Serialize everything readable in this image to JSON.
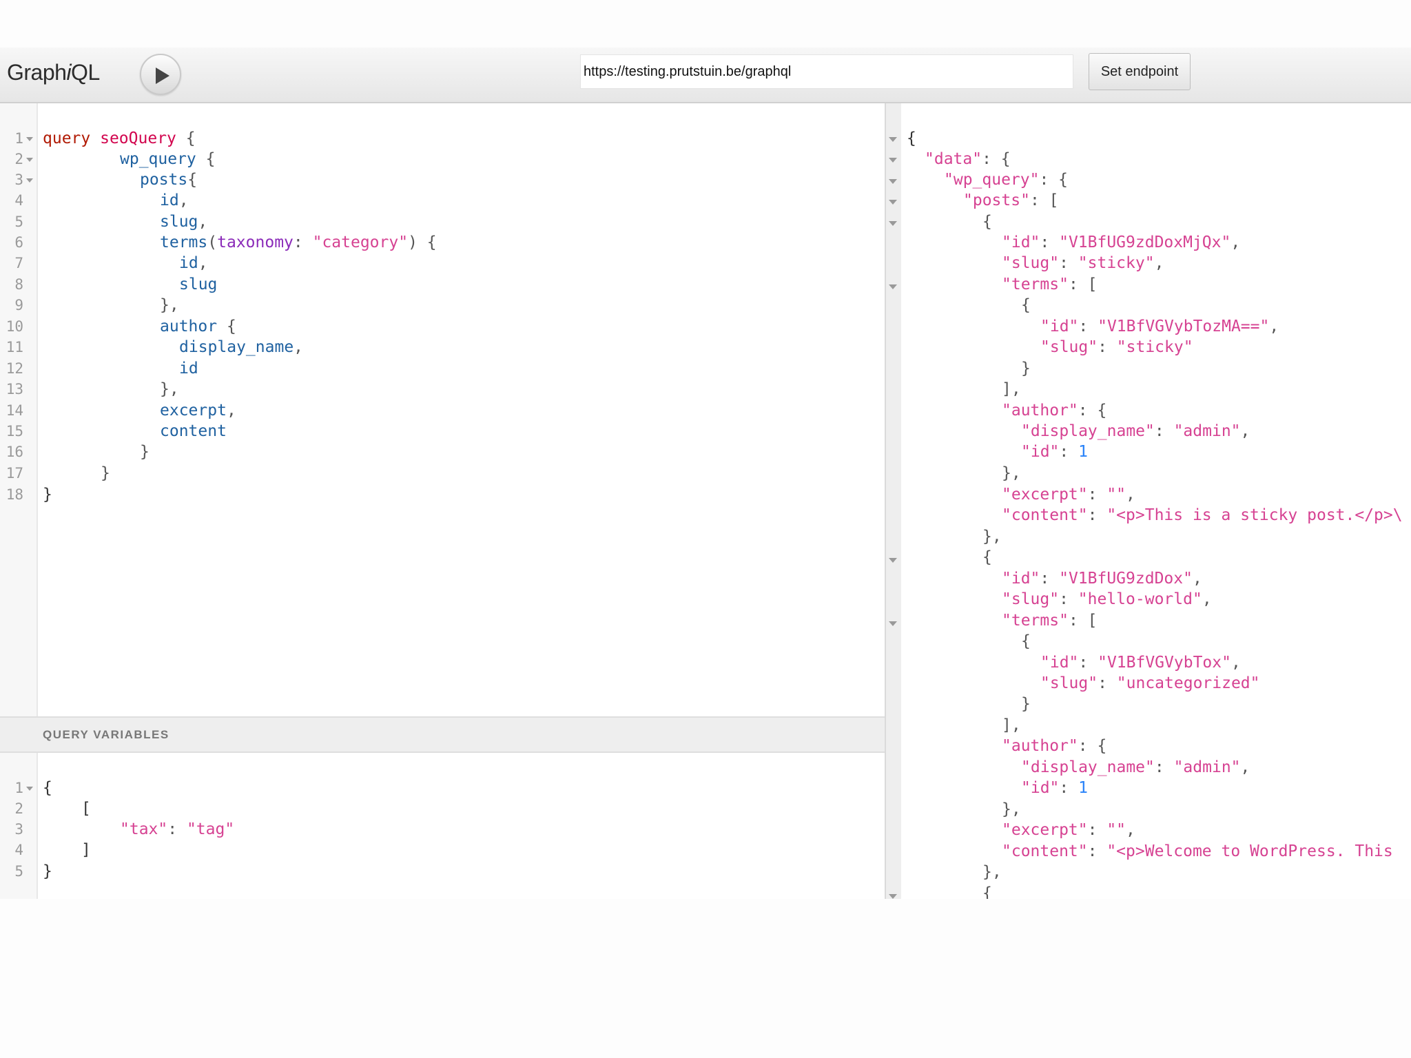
{
  "header": {
    "logo_text_a": "Graph",
    "logo_text_i": "i",
    "logo_text_b": "QL",
    "run_icon": "play-icon",
    "endpoint_value": "https://testing.prutstuin.be/graphql",
    "set_endpoint_label": "Set endpoint"
  },
  "query_editor": {
    "line_numbers": [
      "1",
      "2",
      "3",
      "4",
      "5",
      "6",
      "7",
      "8",
      "9",
      "10",
      "11",
      "12",
      "13",
      "14",
      "15",
      "16",
      "17",
      "18"
    ],
    "tokens": {
      "query_kw": "query",
      "op_name": "seoQuery",
      "wp_query": "wp_query",
      "posts": "posts",
      "id": "id",
      "slug": "slug",
      "terms": "terms",
      "taxonomy": "taxonomy",
      "category": "\"category\"",
      "author": "author",
      "display_name": "display_name",
      "excerpt": "excerpt",
      "content": "content"
    }
  },
  "variables": {
    "title": "QUERY VARIABLES",
    "line_numbers": [
      "1",
      "2",
      "3",
      "4",
      "5"
    ],
    "key": "\"tax\"",
    "value": "\"tag\""
  },
  "result": {
    "k_data": "\"data\"",
    "k_wp_query": "\"wp_query\"",
    "k_posts": "\"posts\"",
    "k_id": "\"id\"",
    "k_slug": "\"slug\"",
    "k_terms": "\"terms\"",
    "k_author": "\"author\"",
    "k_display_name": "\"display_name\"",
    "k_excerpt": "\"excerpt\"",
    "k_content": "\"content\"",
    "post1_id": "\"V1BfUG9zdDoxMjQx\"",
    "post1_slug": "\"sticky\"",
    "post1_term_id": "\"V1BfVGVybTozMA==\"",
    "post1_term_slug": "\"sticky\"",
    "post1_author_name": "\"admin\"",
    "post1_author_id": "1",
    "post1_excerpt": "\"\"",
    "post1_content": "\"<p>This is a sticky post.</p>\\",
    "post2_id": "\"V1BfUG9zdDox\"",
    "post2_slug": "\"hello-world\"",
    "post2_term_id": "\"V1BfVGVybTox\"",
    "post2_term_slug": "\"uncategorized\"",
    "post2_author_name": "\"admin\"",
    "post2_author_id": "1",
    "post2_excerpt": "\"\"",
    "post2_content": "\"<p>Welcome to WordPress. This"
  }
}
